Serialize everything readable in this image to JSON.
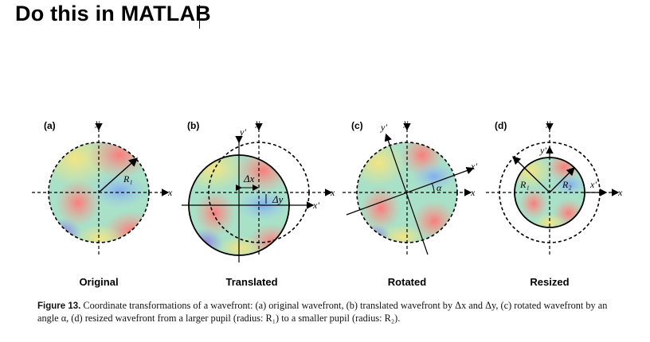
{
  "document": {
    "heading": "Do this in MATLAB",
    "panels": [
      {
        "label": "(a)",
        "title": "Original"
      },
      {
        "label": "(b)",
        "title": "Translated"
      },
      {
        "label": "(c)",
        "title": "Rotated"
      },
      {
        "label": "(d)",
        "title": "Resized"
      }
    ],
    "annotations": {
      "x": "x",
      "y": "y",
      "x_prime": "x'",
      "y_prime": "y'",
      "r1": "R₁",
      "r2": "R₂",
      "delta_x": "Δx",
      "delta_y": "Δy",
      "alpha": "α"
    },
    "caption": {
      "label": "Figure 13.",
      "text": " Coordinate transformations of a wavefront: (a) original wavefront, (b) translated wavefront by Δx and Δy, (c) rotated wavefront by an angle α, (d) resized wavefront from a larger pupil (radius: R₁) to a smaller pupil (radius: R₂)."
    }
  }
}
